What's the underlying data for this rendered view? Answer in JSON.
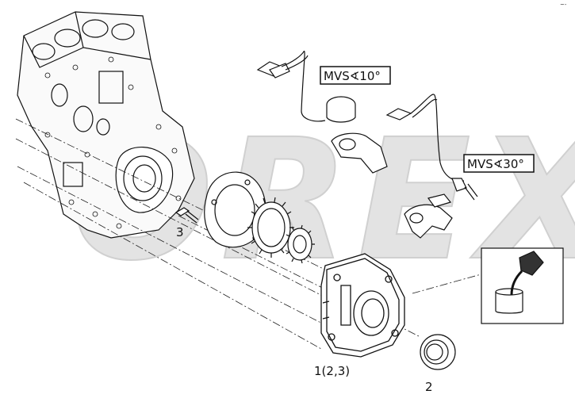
{
  "callouts": {
    "part_main": "1(2,3)",
    "part_seal": "2",
    "part_bolt": "3"
  },
  "sensor_boxes": {
    "upper": "MVS∢10°",
    "lower": "MVS∢30°"
  },
  "watermark": {
    "text": "OREX"
  },
  "corner_mark": "~-",
  "colors": {
    "line": "#111111",
    "watermark": "#d9d9d9",
    "background": "#ffffff"
  }
}
